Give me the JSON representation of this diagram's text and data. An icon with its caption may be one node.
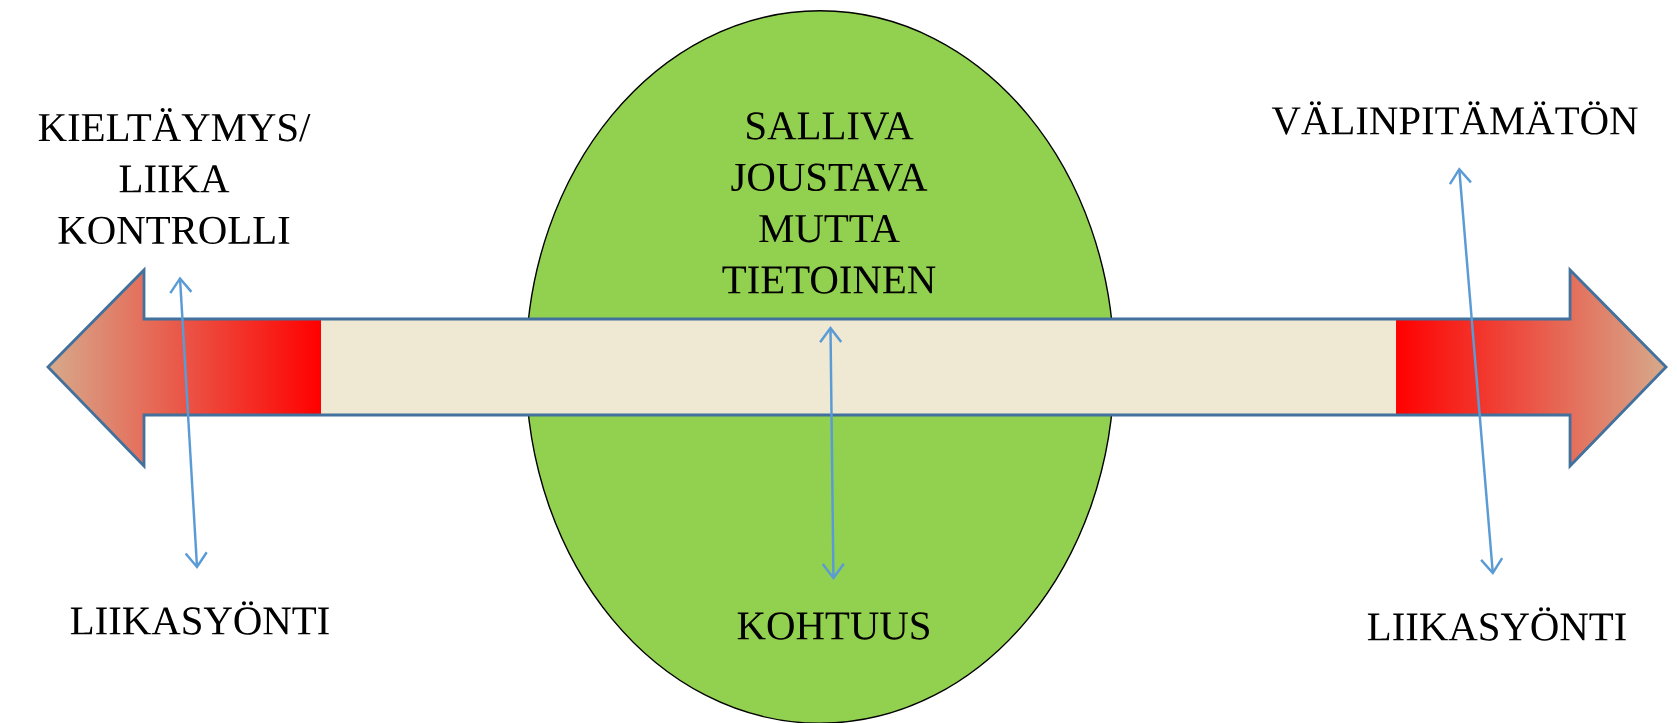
{
  "diagram": {
    "nodes": [
      {
        "text": [
          "KIELTÄYMYS/ LIIKA KONTROLLI"
        ]
      },
      {
        "text": [],
        "shape": "ellipse"
      },
      {
        "text": [
          "SALLIVA JOUSTAVA MUTTA TIETOINEN"
        ],
        "in": 1
      },
      {
        "text": [
          "VÄLINPITÄMÄTÖN"
        ]
      },
      {
        "text": [
          "LIIKASYÖNTI"
        ]
      },
      {
        "text": [
          "KOHTUUS"
        ],
        "in": 1
      },
      {
        "text": [
          "LIIKASYÖNTI"
        ]
      }
    ],
    "edges": [
      {
        "from": 0,
        "to": 4,
        "arrow": "both"
      },
      {
        "from": 2,
        "to": 5,
        "arrow": "both"
      },
      {
        "from": 3,
        "to": 6,
        "arrow": "both"
      }
    ]
  }
}
